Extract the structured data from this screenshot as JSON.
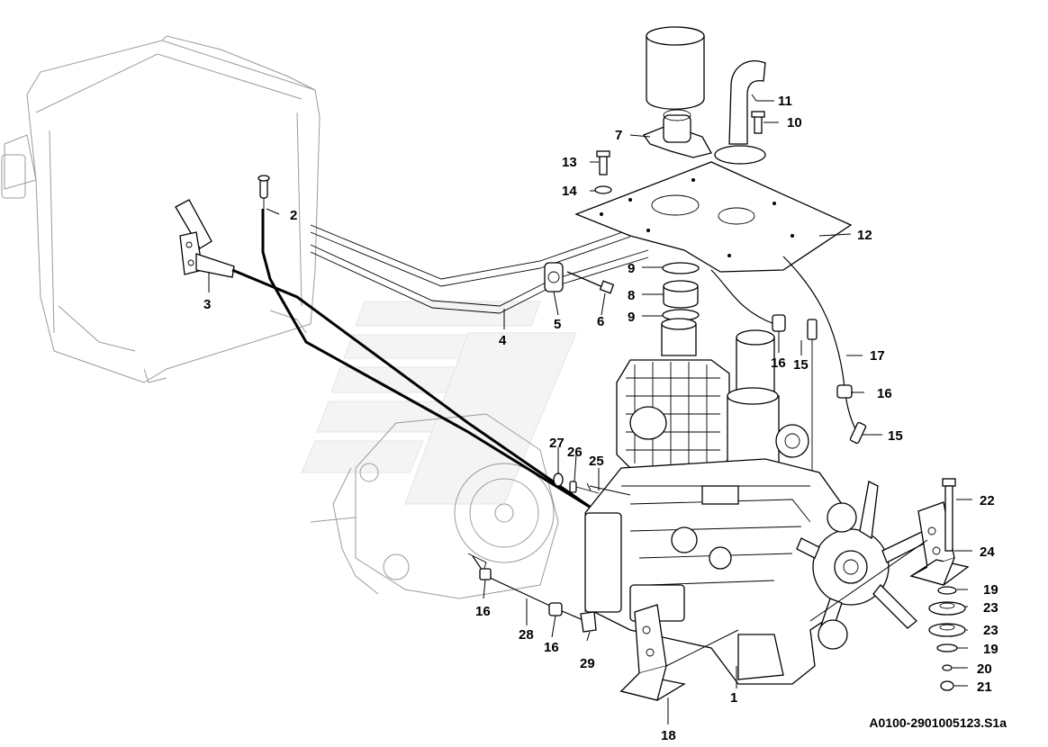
{
  "diagram": {
    "reference_code": "A0100-2901005123.S1a",
    "callouts": [
      "1",
      "2",
      "3",
      "4",
      "5",
      "6",
      "7",
      "8",
      "9",
      "9",
      "10",
      "11",
      "12",
      "13",
      "14",
      "15",
      "15",
      "16",
      "16",
      "16",
      "16",
      "17",
      "18",
      "19",
      "19",
      "20",
      "21",
      "22",
      "23",
      "23",
      "24",
      "25",
      "26",
      "27",
      "28",
      "29"
    ]
  }
}
